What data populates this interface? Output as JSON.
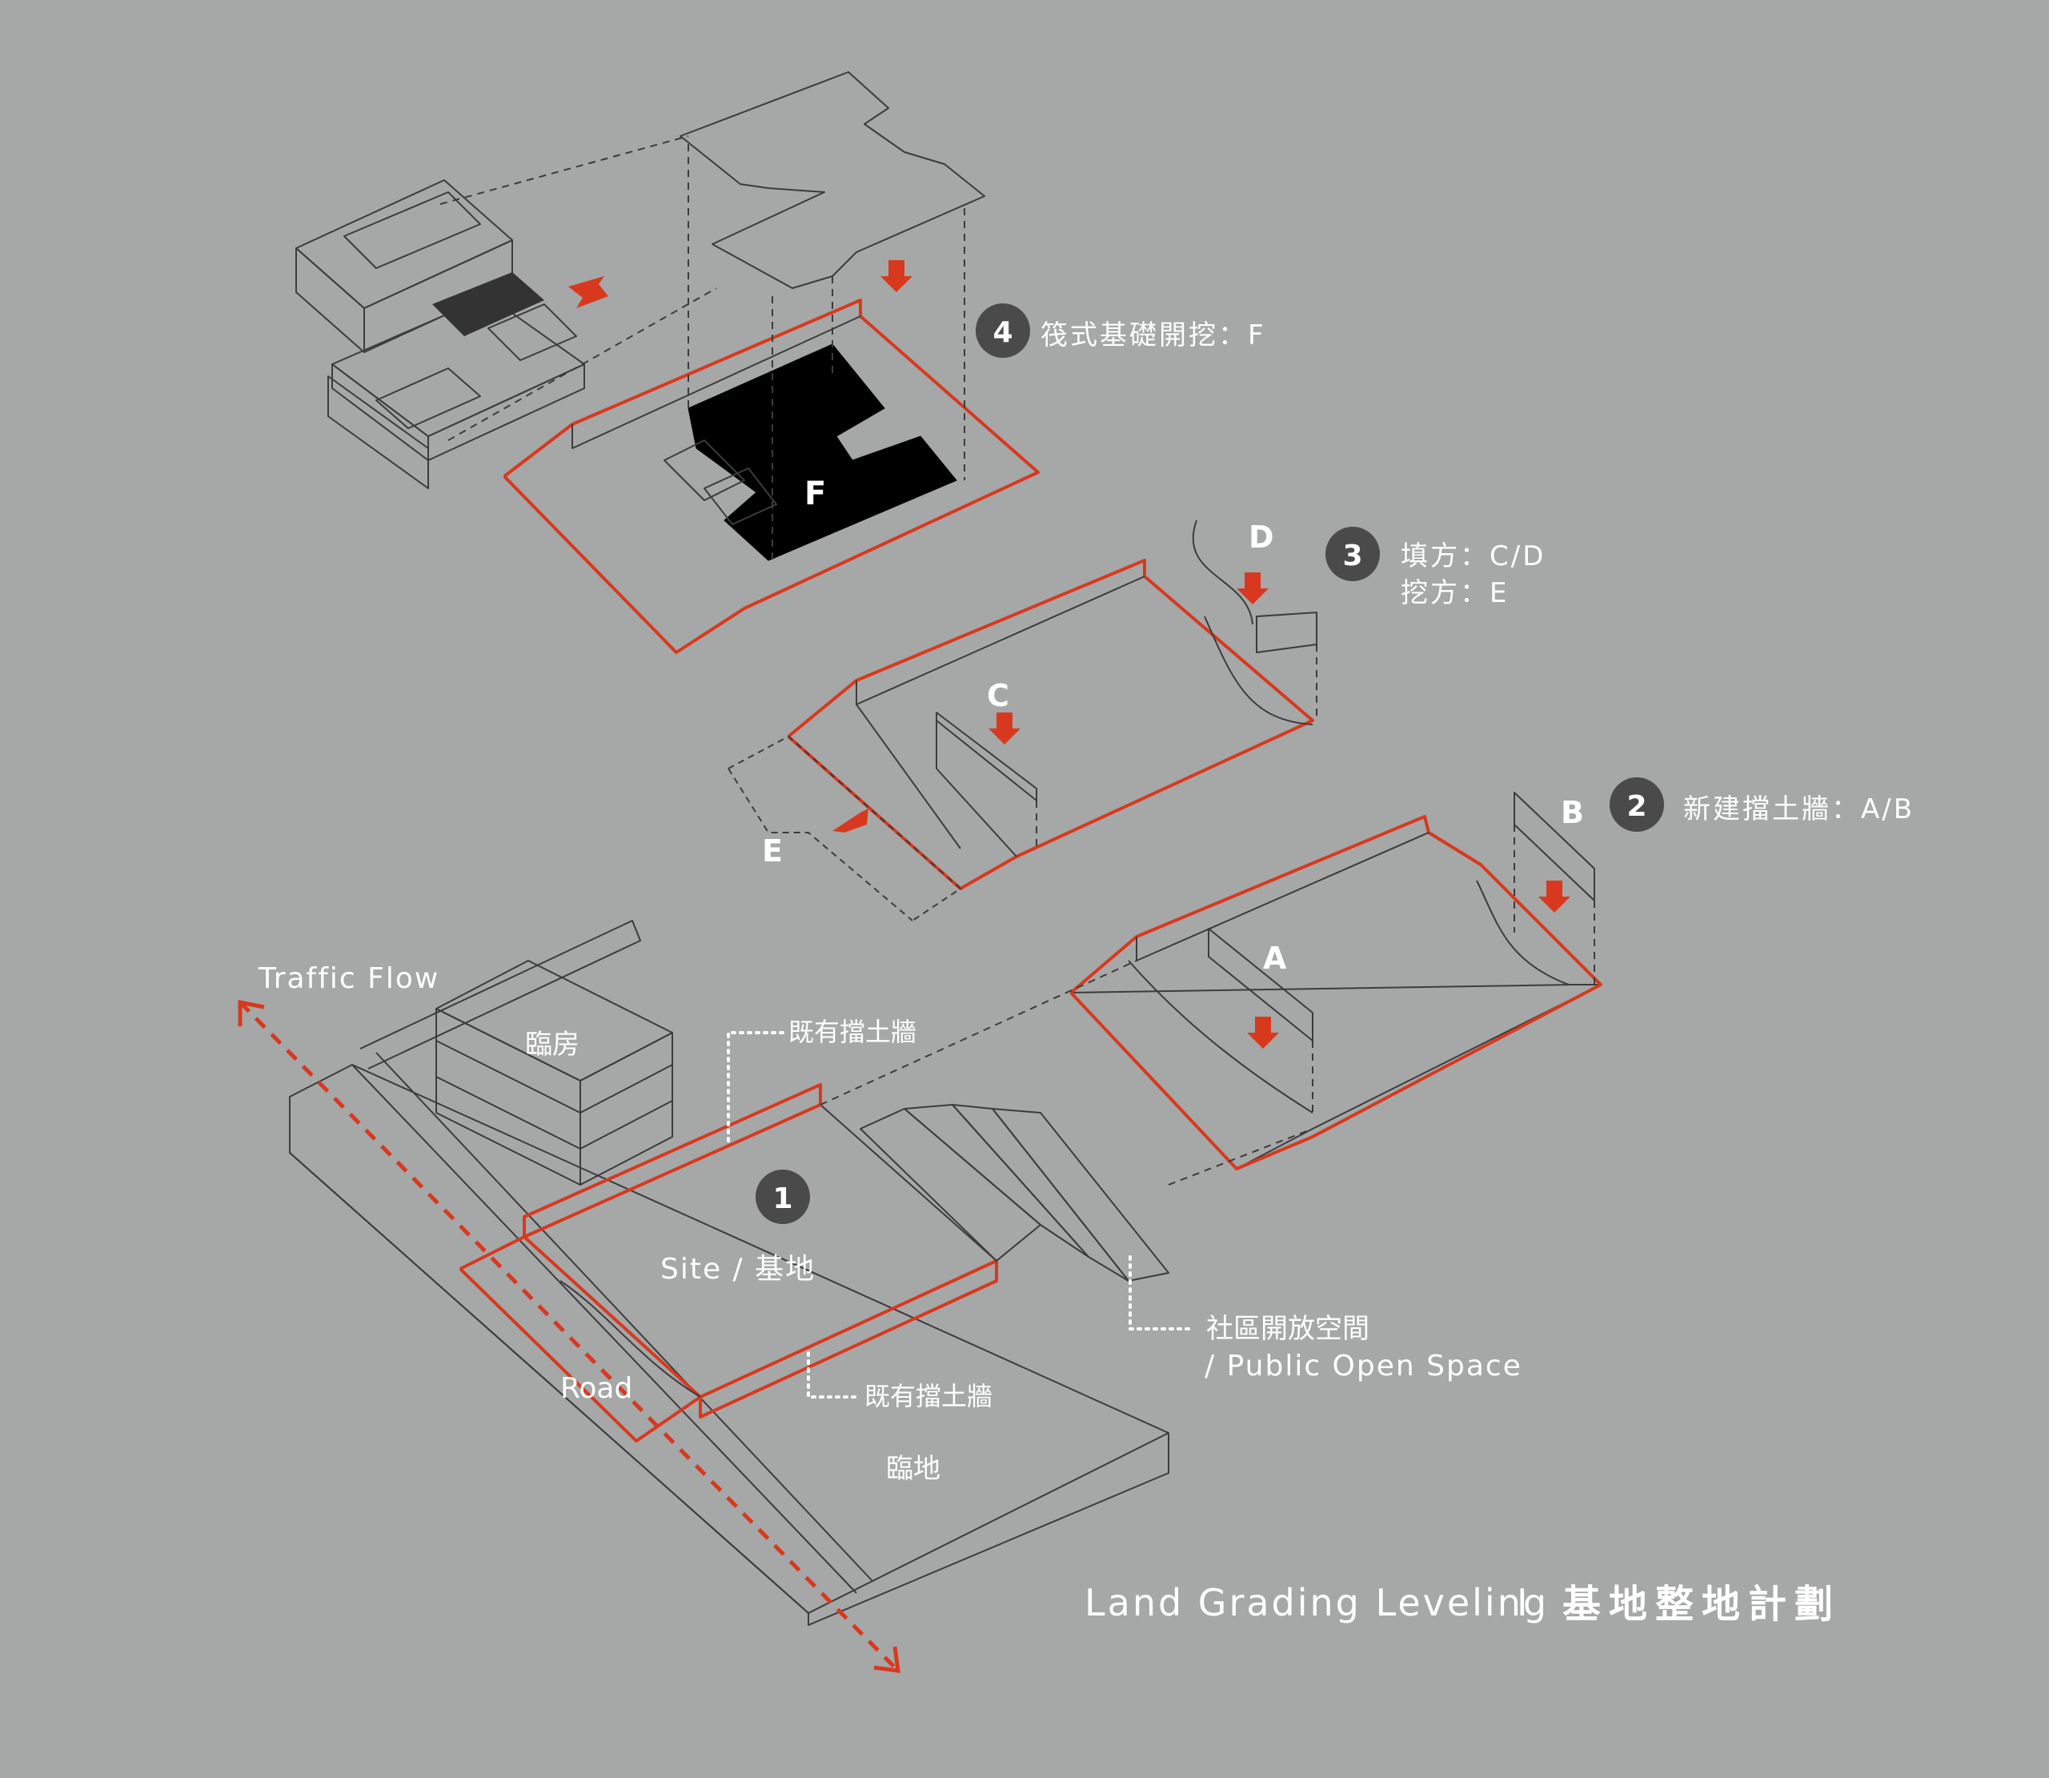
{
  "title": "Land Grading Leveling",
  "title_separator": "I",
  "title_zh": "基地整地計劃",
  "steps": [
    {
      "num": "1",
      "label": "Site / 基地"
    },
    {
      "num": "2",
      "label": "新建擋土牆：A/B"
    },
    {
      "num": "3",
      "label": "填方：C/D",
      "label2": "挖方：E"
    },
    {
      "num": "4",
      "label": "筏式基礎開挖：F"
    }
  ],
  "markers": {
    "A": "A",
    "B": "B",
    "C": "C",
    "D": "D",
    "E": "E",
    "F": "F"
  },
  "labels": {
    "traffic_flow": "Traffic Flow",
    "adjacent_building": "臨房",
    "existing_wall_1": "既有擋土牆",
    "existing_wall_2": "既有擋土牆",
    "road": "Road",
    "adjacent_land": "臨地",
    "public_space_zh": "社區開放空間",
    "public_space_en": "/ Public Open Space"
  },
  "colors": {
    "background": "#a6a7a7",
    "accent": "#d8391e",
    "dark": "#3a3636",
    "badge": "#4a4a4a"
  }
}
